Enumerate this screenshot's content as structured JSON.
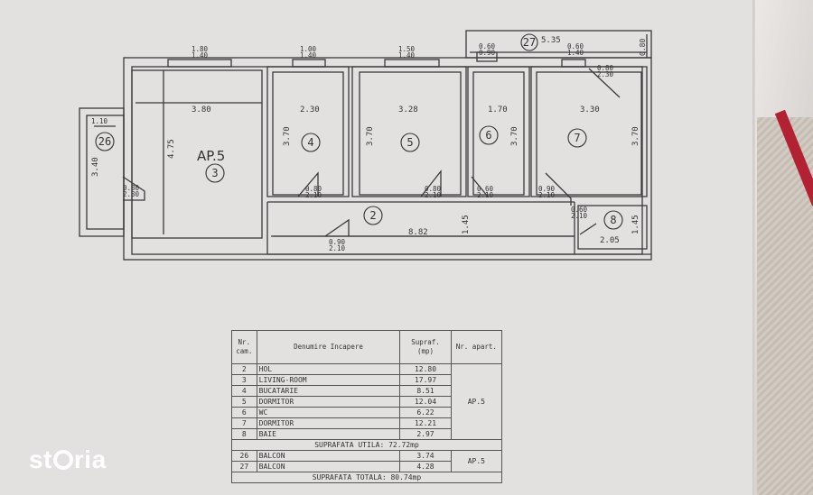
{
  "plan": {
    "apartment_label": "AP.5",
    "rooms": {
      "r26": "26",
      "r3": "3",
      "r4": "4",
      "r5": "5",
      "r6": "6",
      "r7": "7",
      "r2": "2",
      "r8": "8",
      "r27": "27"
    },
    "dims": {
      "w1_top": "1.80",
      "w1_bot": "1.40",
      "w2_top": "1.00",
      "w2_bot": "1.40",
      "w3_top": "1.50",
      "w3_bot": "1.40",
      "w4_top": "0.60",
      "w4_bot": "0.90",
      "w5_top": "0.60",
      "w5_bot": "1.40",
      "bal27_len": "5.35",
      "bal27_side": "0.80",
      "d7_top": "0.80",
      "d7_bot": "2.30",
      "bal26_w": "1.10",
      "bal26_h": "3.40",
      "d26_top": "0.80",
      "d26_bot": "2.30",
      "r3_w": "3.80",
      "r3_h": "4.75",
      "r4_w": "2.30",
      "r4_h": "3.70",
      "r5_w": "3.28",
      "r5_h": "3.70",
      "r6_w": "1.70",
      "r6_h": "3.70",
      "r7_w": "3.30",
      "r7_h": "3.70",
      "d4_top": "0.80",
      "d4_bot": "2.10",
      "d5_top": "0.80",
      "d5_bot": "2.10",
      "d6_top": "0.60",
      "d6_bot": "2.10",
      "d7b_top": "0.90",
      "d7b_bot": "2.10",
      "d8_top": "0.60",
      "d8_bot": "2.10",
      "hall_len": "8.82",
      "hall_h": "1.45",
      "d2_top": "0.90",
      "d2_bot": "2.10",
      "r8_w": "2.05",
      "r8_h": "1.45"
    }
  },
  "table": {
    "headers": {
      "nr_cam": "Nr. cam.",
      "denumire": "Denumire Incapere",
      "supraf": "Supraf. (mp)",
      "nr_apart": "Nr. apart."
    },
    "rows": [
      {
        "nr": "2",
        "name": "HOL",
        "area": "12.80"
      },
      {
        "nr": "3",
        "name": "LIVING-ROOM",
        "area": "17.97"
      },
      {
        "nr": "4",
        "name": "BUCATARIE",
        "area": "8.51"
      },
      {
        "nr": "5",
        "name": "DORMITOR",
        "area": "12.04"
      },
      {
        "nr": "6",
        "name": "WC",
        "area": "6.22"
      },
      {
        "nr": "7",
        "name": "DORMITOR",
        "area": "12.21"
      },
      {
        "nr": "8",
        "name": "BAIE",
        "area": "2.97"
      }
    ],
    "apart_1": "AP.5",
    "util": "SUPRAFATA UTILA: 72.72mp",
    "balcony_rows": [
      {
        "nr": "26",
        "name": "BALCON",
        "area": "3.74"
      },
      {
        "nr": "27",
        "name": "BALCON",
        "area": "4.28"
      }
    ],
    "apart_2": "AP.5",
    "total": "SUPRAFATA TOTALA: 80.74mp"
  },
  "logo": {
    "pre": "st",
    "post": "ria"
  }
}
